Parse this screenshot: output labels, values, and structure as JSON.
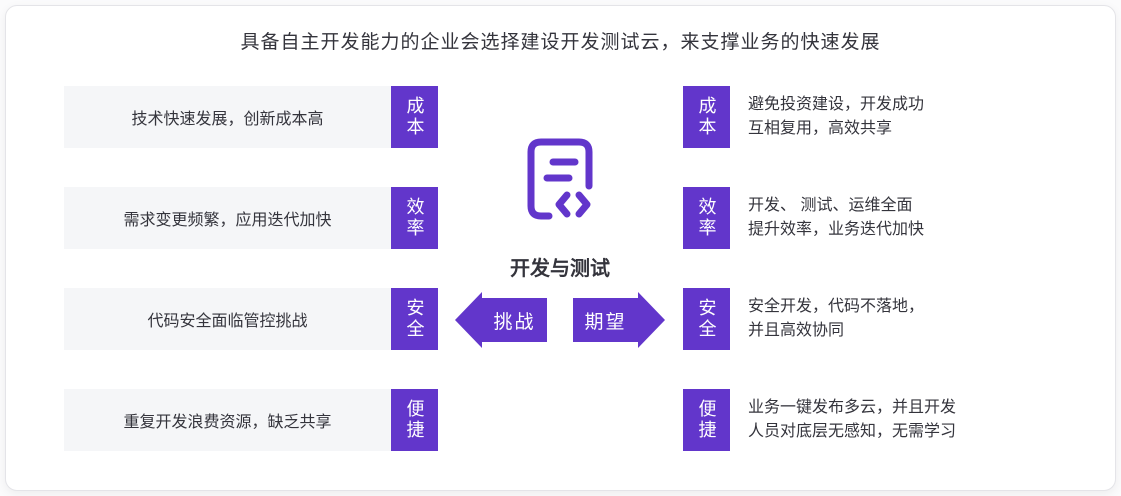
{
  "title": "具备自主开发能力的企业会选择建设开发测试云，来支撑业务的快速发展",
  "center": {
    "icon": "code-document-icon",
    "label": "开发与测试",
    "challenge_arrow_label": "挑战",
    "expect_arrow_label": "期望"
  },
  "left_section": {
    "rows": [
      {
        "text": "技术快速发展，创新成本高",
        "tag": "成本"
      },
      {
        "text": "需求变更频繁，应用迭代加快",
        "tag": "效率"
      },
      {
        "text": "代码安全面临管控挑战",
        "tag": "安全"
      },
      {
        "text": "重复开发浪费资源，缺乏共享",
        "tag": "便捷"
      }
    ]
  },
  "right_section": {
    "rows": [
      {
        "tag": "成本",
        "line1": "避免投资建设，开发成功",
        "line2": "互相复用，高效共享"
      },
      {
        "tag": "效率",
        "line1": "开发、 测试、运维全面",
        "line2": "提升效率，业务迭代加快"
      },
      {
        "tag": "安全",
        "line1": "安全开发，代码不落地，",
        "line2": "并且高效协同"
      },
      {
        "tag": "便捷",
        "line1": "业务一键发布多云，并且开发",
        "line2": "人员对底层无感知，无需学习"
      }
    ]
  },
  "colors": {
    "accent": "#6236CB",
    "row_bg": "#F5F6F8",
    "text": "#34343C"
  }
}
